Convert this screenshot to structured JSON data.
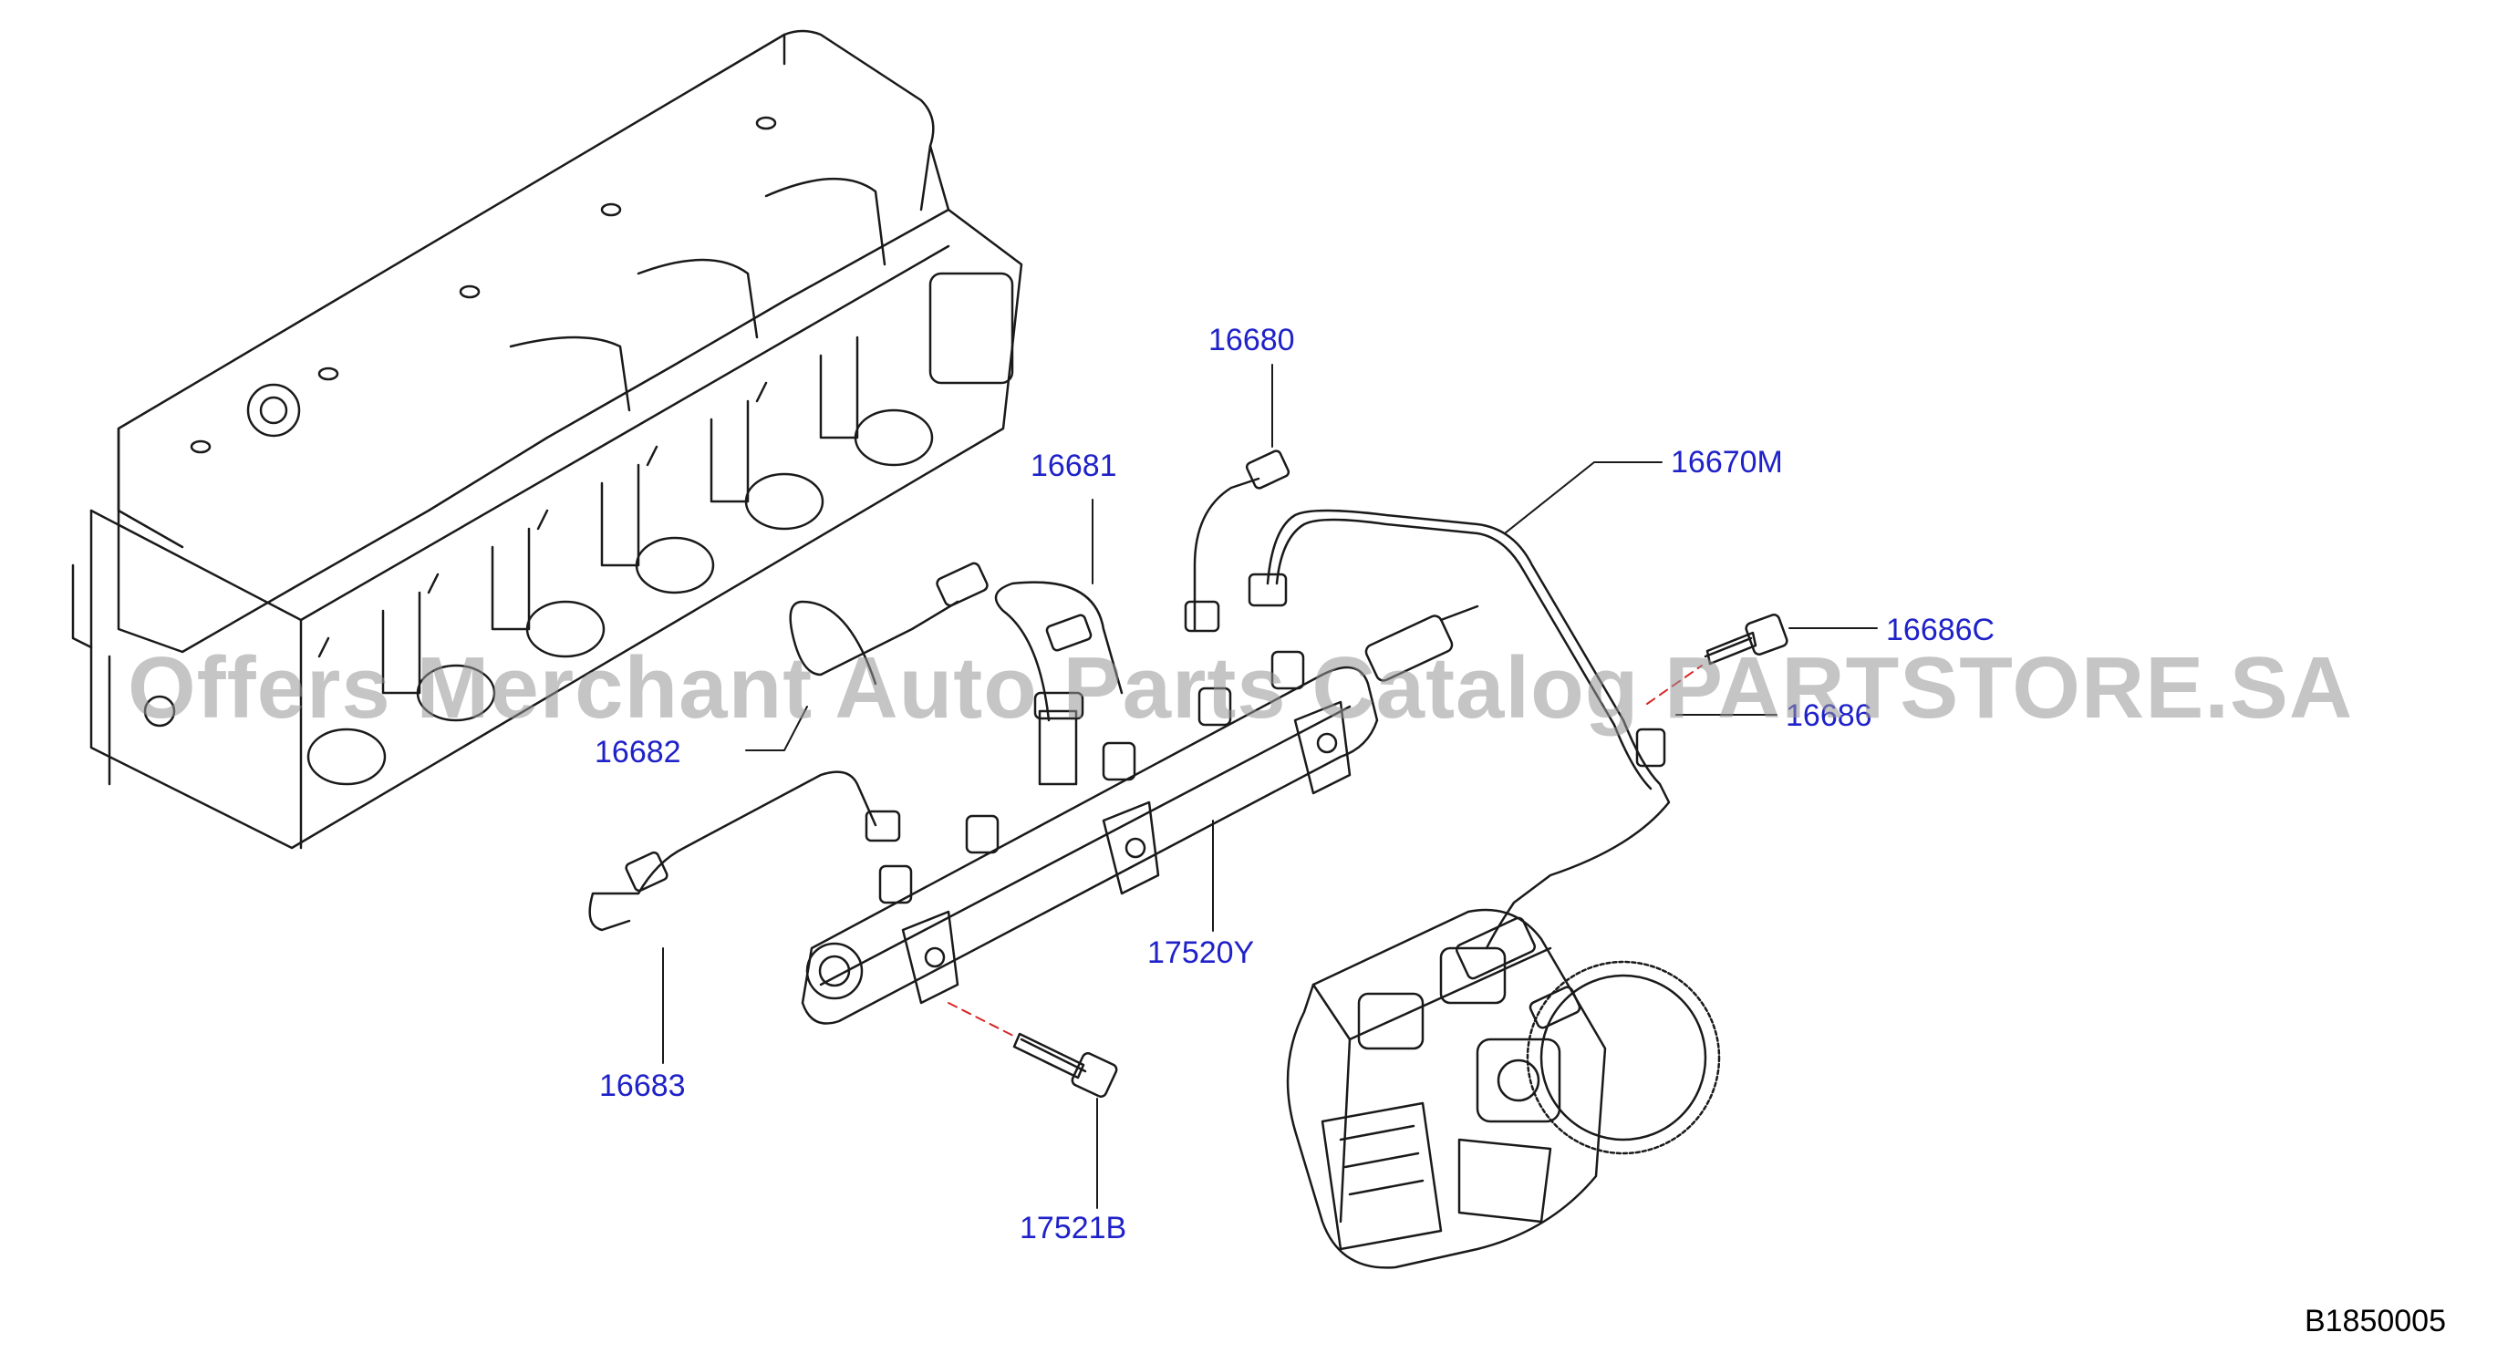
{
  "diagram": {
    "code": "B1850005",
    "watermark": "Offers Merchant Auto Parts Catalog PARTSTORE.SA",
    "label_color": "#1f22c8",
    "line_color": "#1a1a1a"
  },
  "parts": {
    "p16680": "16680",
    "p16681": "16681",
    "p16670M": "16670M",
    "p16686C": "16686C",
    "p16686": "16686",
    "p16682": "16682",
    "p17520Y": "17520Y",
    "p16683": "16683",
    "p17521B": "17521B"
  }
}
